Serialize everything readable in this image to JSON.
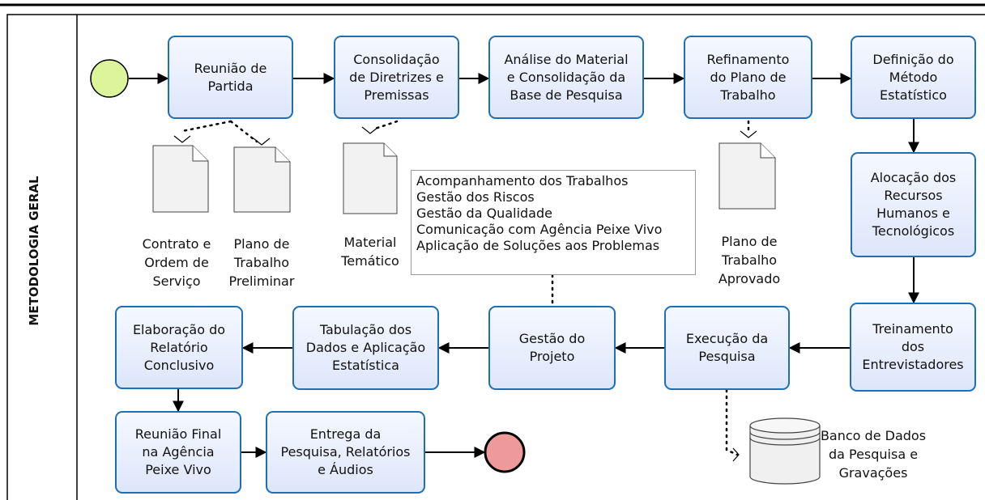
{
  "lane": {
    "title": "METODOLOGIA GERAL"
  },
  "tasks": {
    "reuniao_partida": "Reunião de\nPartida",
    "consolidacao": "Consolidação\nde Diretrizes e\nPremissas",
    "analise": "Análise do Material\ne Consolidação da\nBase de Pesquisa",
    "refinamento": "Refinamento\ndo Plano de\nTrabalho",
    "definicao": "Definição do\nMétodo\nEstatístico",
    "alocacao": "Alocação dos\nRecursos\nHumanos e\nTecnológicos",
    "treinamento": "Treinamento\ndos\nEntrevistadores",
    "execucao": "Execução da\nPesquisa",
    "gestao": "Gestão do\nProjeto",
    "tabulacao": "Tabulação dos\nDados e Aplicação\nEstatística",
    "elaboracao": "Elaboração do\nRelatório\nConclusivo",
    "reuniao_final": "Reunião Final\nna Agência\nPeixe Vivo",
    "entrega": "Entrega da\nPesquisa, Relatórios\ne Áudios"
  },
  "documents": {
    "contrato": "Contrato e\nOrdem de\nServiço",
    "plano_preliminar": "Plano de\nTrabalho\nPreliminar",
    "material": "Material\nTemático",
    "plano_aprovado": "Plano de\nTrabalho\nAprovado"
  },
  "datastore": {
    "banco": "Banco de Dados\nda Pesquisa e\nGravações"
  },
  "annotation": {
    "lines": [
      "Acompanhamento dos Trabalhos",
      "Gestão dos Riscos",
      "Gestão da Qualidade",
      "Comunicação com Agência Peixe Vivo",
      "Aplicação de Soluções aos Problemas"
    ]
  },
  "colors": {
    "task_border": "#1f6fb4",
    "task_fill": "#e4ebfb",
    "start_event": "#dcf59a",
    "end_event": "#ef9a9a"
  }
}
